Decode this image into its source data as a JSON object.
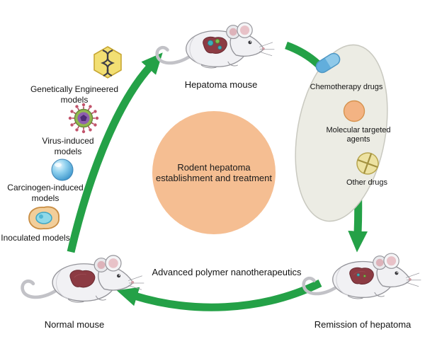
{
  "center_circle": {
    "lines": [
      "Rodent hepatoma",
      "establishment and treatment"
    ],
    "color": "#F5BE92"
  },
  "mice": {
    "hepatoma": {
      "label": "Hepatoma mouse"
    },
    "remission": {
      "label": "Remission of hepatoma"
    },
    "normal": {
      "label": "Normal mouse"
    }
  },
  "models": [
    {
      "label": "Genetically Engineered models",
      "icon": "dna-hexagon-icon"
    },
    {
      "label": "Virus-induced models",
      "icon": "virus-icon"
    },
    {
      "label": "Carcinogen-induced models",
      "icon": "carcinogen-sphere-icon"
    },
    {
      "label": "Inoculated models",
      "icon": "cell-icon"
    }
  ],
  "drugs": [
    {
      "label": "Chemotherapy drugs",
      "icon": "capsule-icon"
    },
    {
      "label": "Molecular targeted agents",
      "icon": "round-pill-icon"
    },
    {
      "label": "Other drugs",
      "icon": "scored-tablet-icon"
    }
  ],
  "arrows": {
    "treatment_label": "Advanced polymer nanotherapeutics",
    "color": "#24A147"
  }
}
